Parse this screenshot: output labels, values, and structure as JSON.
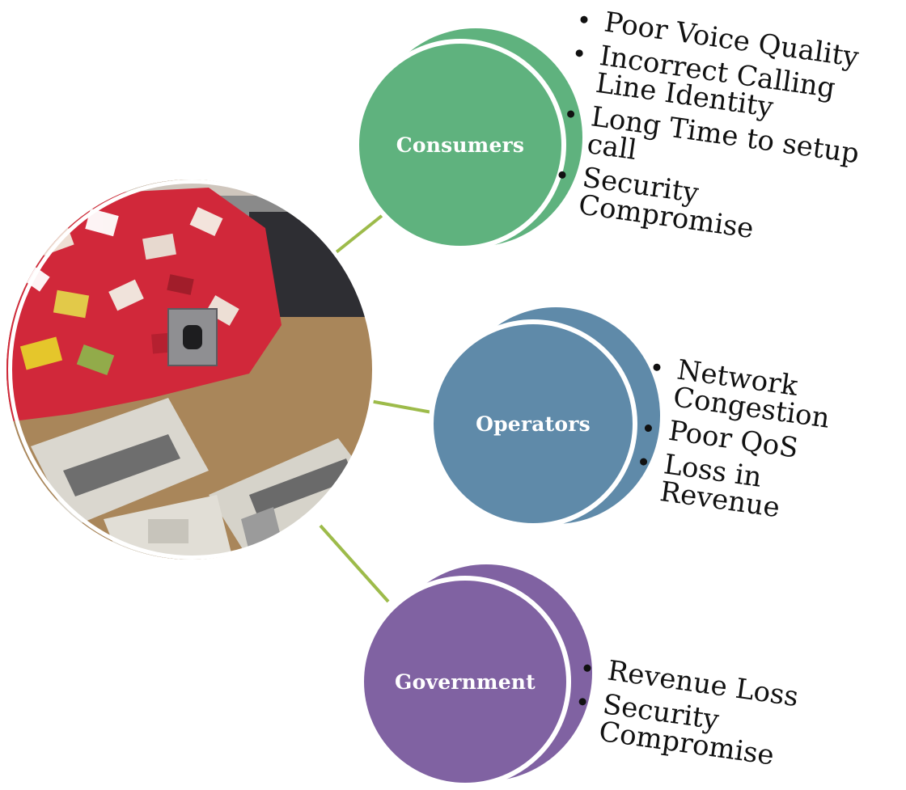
{
  "stakeholders": [
    {
      "label": "Consumers",
      "color": "#5fb27e",
      "issues": [
        "Poor Voice Quality",
        "Incorrect Calling Line Identity",
        "Long Time to setup call",
        "Security Compromise"
      ]
    },
    {
      "label": "Operators",
      "color": "#5f8aa9",
      "issues": [
        "Network Congestion",
        "Poor QoS",
        "Loss in Revenue"
      ]
    },
    {
      "label": "Government",
      "color": "#8062a2",
      "issues": [
        "Revenue Loss",
        "Security Compromise"
      ]
    }
  ],
  "connector_color": "#9dbb4a",
  "photo": {
    "subject": "seized-sim-cards-and-gateway-equipment",
    "colors": [
      "#c81f2e",
      "#e8e2d8",
      "#9a7a52",
      "#d9d6cf",
      "#6b6b6b",
      "#e7d23a"
    ]
  }
}
